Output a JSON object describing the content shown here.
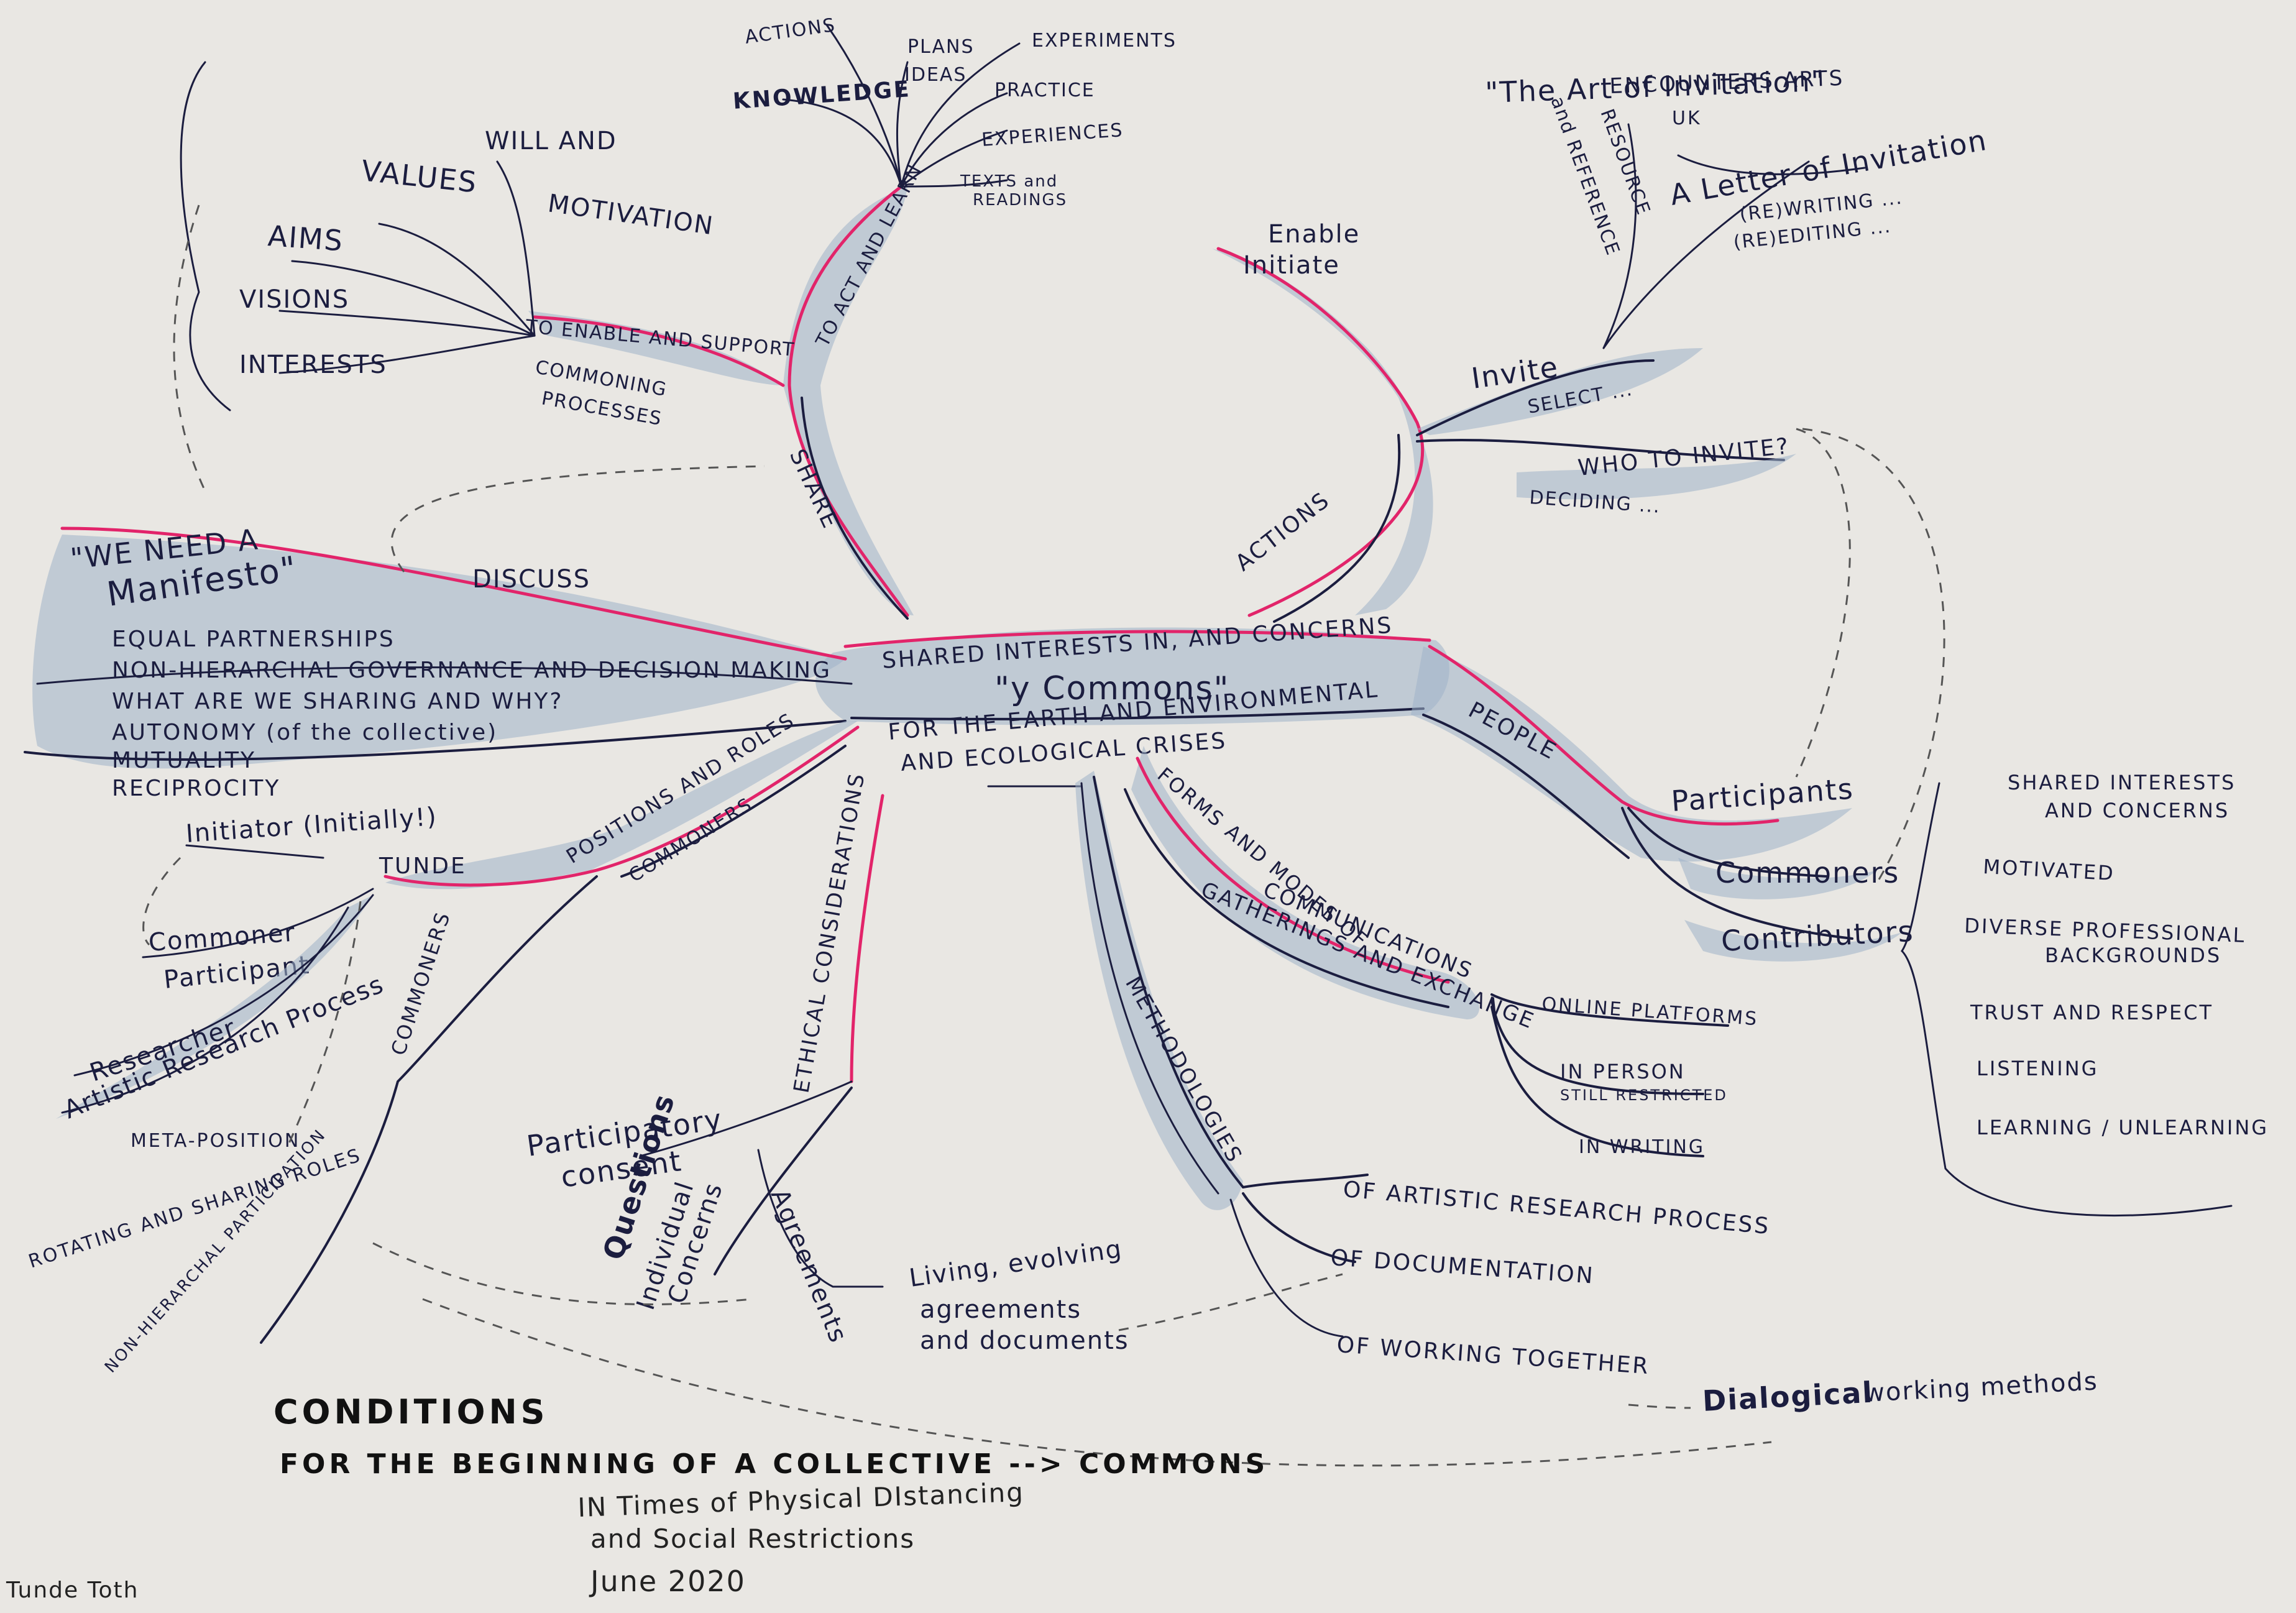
{
  "center": {
    "title": "\"y Commons\"",
    "top_caption": "SHARED INTERESTS IN, AND CONCERNS",
    "bottom_caption_1": "FOR THE EARTH AND ENVIRONMENTAL",
    "bottom_caption_2": "AND ECOLOGICAL CRISES"
  },
  "share": {
    "label": "SHARE",
    "to_enable": "TO ENABLE AND SUPPORT",
    "commoning": [
      "COMMONING",
      "PROCESSES"
    ],
    "items": [
      "WILL AND",
      "MOTIVATION",
      "VALUES",
      "AIMS",
      "VISIONS",
      "INTERESTS"
    ],
    "to_act": "TO ACT AND LEARN",
    "learn_items": [
      "ACTIONS",
      "KNOWLEDGE",
      "PLANS",
      "IDEAS",
      "EXPERIMENTS",
      "PRACTICE",
      "EXPERIENCES",
      "TEXTS and",
      "READINGS"
    ]
  },
  "discuss": {
    "label": "DISCUSS",
    "manifesto_1": "\"WE NEED A",
    "manifesto_2": "Manifesto\"",
    "items": [
      "EQUAL PARTNERSHIPS",
      "NON-HIERARCHAL GOVERNANCE AND DECISION MAKING",
      "WHAT ARE WE SHARING AND WHY?",
      "AUTONOMY (of the collective)",
      "MUTUALITY",
      "RECIPROCITY"
    ]
  },
  "actions": {
    "label": "ACTIONS",
    "enable": [
      "Enable",
      "Initiate"
    ],
    "invite": "Invite",
    "select": "SELECT ...",
    "who": "WHO TO INVITE?",
    "deciding": "DECIDING ...",
    "art_title": "\"The Art of Invitation\"",
    "encounters": [
      "ENCOUNTERS ARTS",
      "UK"
    ],
    "resource": [
      "RESOURCE",
      "and REFERENCE"
    ],
    "letter": "A Letter of Invitation",
    "writing": "(RE)WRITING ...",
    "editing": "(RE)EDITING ..."
  },
  "people": {
    "label": "PEOPLE",
    "groups": [
      "Participants",
      "Commoners",
      "Contributors"
    ],
    "traits": [
      "SHARED INTERESTS",
      "AND CONCERNS",
      "MOTIVATED",
      "DIVERSE PROFESSIONAL",
      "BACKGROUNDS",
      "TRUST AND RESPECT",
      "LISTENING",
      "LEARNING / UNLEARNING"
    ]
  },
  "forms": {
    "label_1": "FORMS AND MODES OF",
    "label_2": "COMMUNICATIONS",
    "gatherings": "GATHERINGS AND EXCHANGE",
    "items": [
      "ONLINE PLATFORMS",
      "IN PERSON",
      "STILL RESTRICTED",
      "IN WRITING"
    ]
  },
  "methodologies": {
    "label": "METHODOLOGIES",
    "items": [
      "OF ARTISTIC RESEARCH PROCESS",
      "OF DOCUMENTATION",
      "OF WORKING TOGETHER"
    ],
    "dialogical_1": "Dialogical",
    "dialogical_2": "working methods"
  },
  "ethical": {
    "label": "ETHICAL CONSIDERATIONS",
    "consent_1": "Participatory",
    "consent_2": "consent",
    "questions": "Questions",
    "concerns_1": "Individual",
    "concerns_2": "Concerns",
    "agreements": "Agreements",
    "living": [
      "Living, evolving",
      "agreements",
      "and documents"
    ]
  },
  "positions": {
    "label": "POSITIONS AND ROLES",
    "commoners": "COMMONERS",
    "tunde": "TUNDE",
    "initiator": "Initiator (Initially!)",
    "commoner": "Commoner",
    "participant": "Participant",
    "researcher": "Researcher",
    "artistic": "Artistic Research Process",
    "meta": "META-POSITION",
    "commoners_branch": "COMMONERS",
    "rotating": "ROTATING AND SHARING ROLES",
    "nonhier": "NON-HIERARCHAL PARTICIPATION"
  },
  "footer": {
    "conditions": "CONDITIONS",
    "line": "FOR THE BEGINNING OF A COLLECTIVE --> COMMONS",
    "times_1": "IN Times of Physical DIstancing",
    "times_2": "and Social Restrictions",
    "date": "June 2020",
    "author": "Tunde Toth"
  }
}
